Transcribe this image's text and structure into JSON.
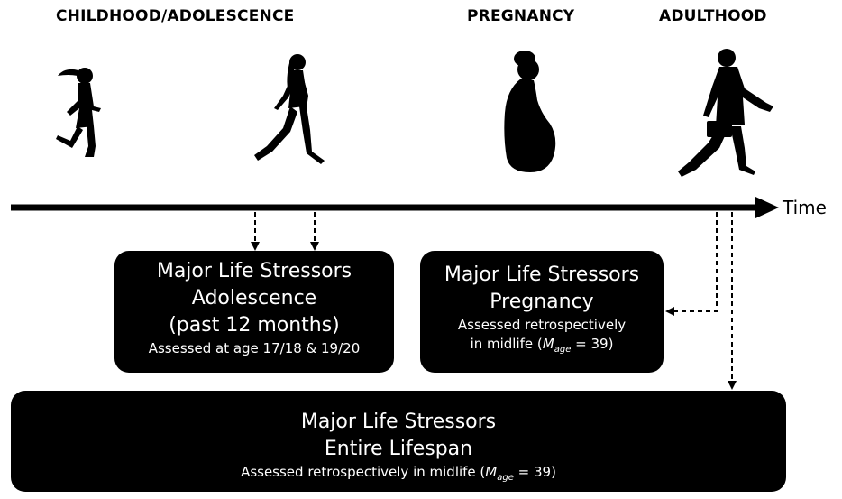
{
  "stages": {
    "childhood": "CHILDHOOD/ADOLESCENCE",
    "pregnancy": "PREGNANCY",
    "adulthood": "ADULTHOOD"
  },
  "axis": {
    "label": "Time"
  },
  "boxes": {
    "adolescence": {
      "line1": "Major Life Stressors",
      "line2": "Adolescence",
      "line3": "(past 12 months)",
      "note": "Assessed at age 17/18 & 19/20"
    },
    "pregnancy": {
      "line1": "Major Life Stressors",
      "line2": "Pregnancy",
      "note1": "Assessed retrospectively",
      "note2_pre": "in midlife (",
      "m": "M",
      "sub": "age",
      "note2_post": " = 39)"
    },
    "lifespan": {
      "line1": "Major Life Stressors",
      "line2": "Entire Lifespan",
      "note_pre": "Assessed retrospectively in midlife (",
      "m": "M",
      "sub": "age",
      "note_post": " = 39)"
    }
  },
  "icons": [
    "child-running-icon",
    "adolescent-walking-icon",
    "pregnant-woman-icon",
    "adult-walking-icon"
  ]
}
